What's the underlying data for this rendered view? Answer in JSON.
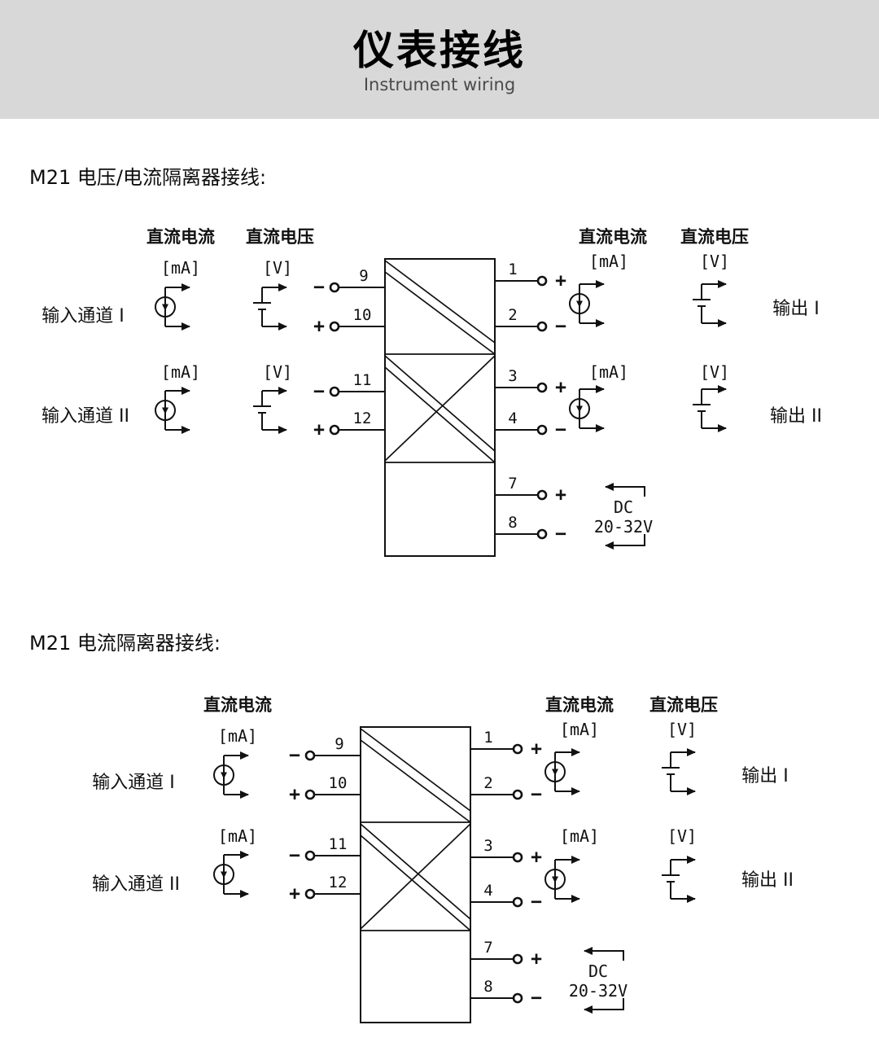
{
  "banner": {
    "title": "仪表接线",
    "subtitle": "Instrument wiring"
  },
  "section1": {
    "title": "M21 电压/电流隔离器接线:"
  },
  "section2": {
    "title": "M21 电流隔离器接线:"
  },
  "labels": {
    "dc_current": "直流电流",
    "dc_voltage": "直流电压",
    "unit_ma": "[mA]",
    "unit_v": "[V]",
    "input_ch1": "输入通道 I",
    "input_ch2": "输入通道 II",
    "output1": "输出 I",
    "output2": "输出 II",
    "plus": "+",
    "minus": "−",
    "dc": "DC",
    "dc_range": "20-32V"
  },
  "terminals": {
    "t1": "1",
    "t2": "2",
    "t3": "3",
    "t4": "4",
    "t7": "7",
    "t8": "8",
    "t9": "9",
    "t10": "10",
    "t11": "11",
    "t12": "12"
  },
  "colors": {
    "banner_bg": "#d8d8d8",
    "line": "#111111",
    "subtitle_text": "#4a4a4a"
  }
}
